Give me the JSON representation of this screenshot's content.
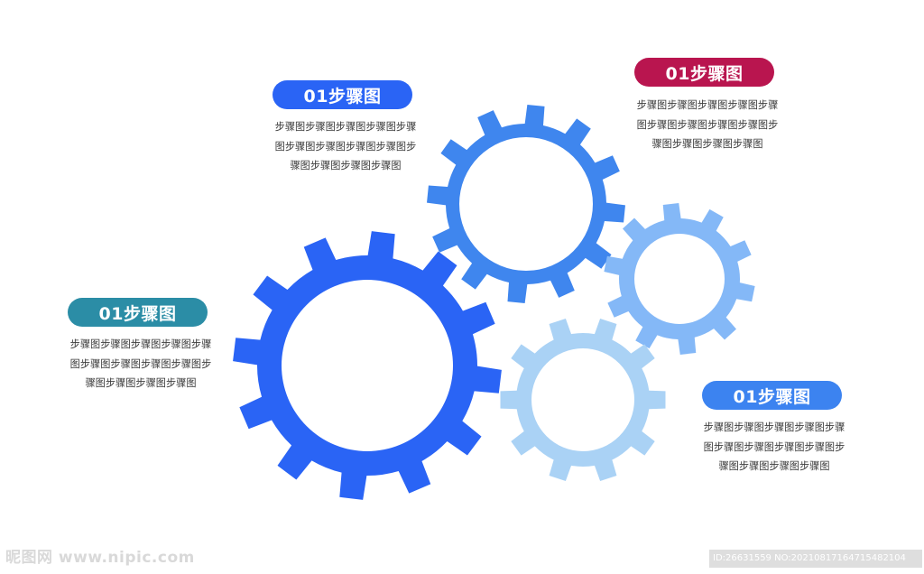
{
  "gears": [
    {
      "name": "gear-large",
      "color": "#2a64f5"
    },
    {
      "name": "gear-top-center",
      "color": "#3f86ee"
    },
    {
      "name": "gear-right",
      "color": "#84b8f7"
    },
    {
      "name": "gear-bottom-right",
      "color": "#aad2f5"
    }
  ],
  "steps": [
    {
      "label": "01步骤图",
      "color": "#2a64f5",
      "lines": [
        "步骤图步骤图步骤图步骤图步骤",
        "图步骤图步骤图步骤图步骤图步",
        "骤图步骤图步骤图步骤图"
      ]
    },
    {
      "label": "01步骤图",
      "color": "#b9154f",
      "lines": [
        "步骤图步骤图步骤图步骤图步骤",
        "图步骤图步骤图步骤图步骤图步",
        "骤图步骤图步骤图步骤图"
      ]
    },
    {
      "label": "01步骤图",
      "color": "#2b8da6",
      "lines": [
        "步骤图步骤图步骤图步骤图步骤",
        "图步骤图步骤图步骤图步骤图步",
        "骤图步骤图步骤图步骤图"
      ]
    },
    {
      "label": "01步骤图",
      "color": "#3c83f0",
      "lines": [
        "步骤图步骤图步骤图步骤图步骤",
        "图步骤图步骤图步骤图步骤图步",
        "骤图步骤图步骤图步骤图"
      ]
    }
  ],
  "watermark": {
    "left": "昵图网 www.nipic.com",
    "right": "ID:26631559 NO:20210817164715482104"
  }
}
